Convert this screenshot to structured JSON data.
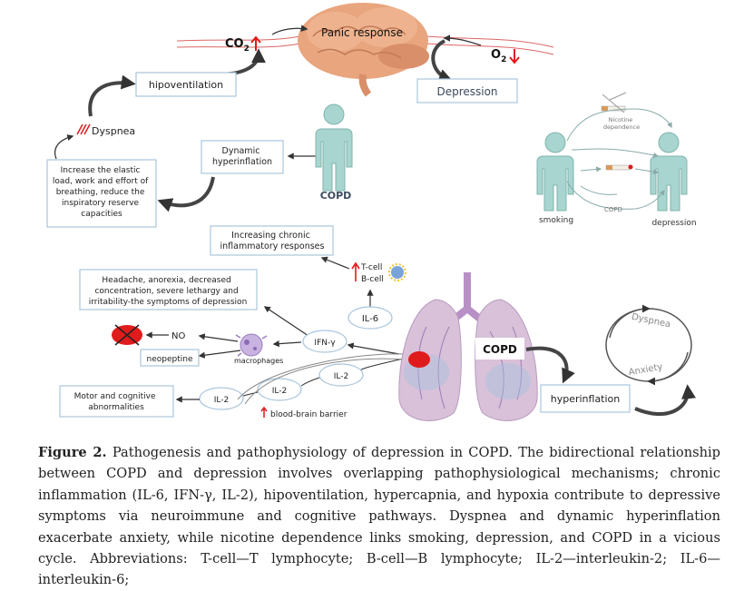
{
  "diagram": {
    "co2": "CO",
    "co2_sub": "2",
    "o2": "O",
    "o2_sub": "2",
    "panic": "Panic response",
    "depression_box": "Depression",
    "hypoventilation": "hipoventilation",
    "dyspnea_left": "Dyspnea",
    "elastic_load": [
      "Increase the elastic",
      "load, work and effort of",
      "breathing, reduce the",
      "inspiratory reserve",
      "capacities"
    ],
    "dynamic_hyperinflation": [
      "Dynamic",
      "hyperinflation"
    ],
    "copd_figure_label": "COPD",
    "nicotine_dependence": [
      "Nicotine",
      "dependence"
    ],
    "copd_small": "COPD",
    "smoking": "smoking",
    "depression_figure": "depression",
    "increasing_inflammatory": [
      "Increasing chronic",
      "inflammatory responses"
    ],
    "t_cell": "T-cell",
    "b_cell": "B-cell",
    "il6": "IL-6",
    "headache_box": [
      "Headache, anorexia, decreased",
      "concentration, severe lethargy and",
      "irritability-the symptoms of depression"
    ],
    "no": "NO",
    "ifn": "IFN-γ",
    "neopeptine": "neopeptine",
    "macrophages": "macrophages",
    "il2_a": "IL-2",
    "il2_b": "IL-2",
    "il2_c": "IL-2",
    "motor_box": [
      "Motor and cognitive",
      "abnormalities"
    ],
    "bbb": "blood-brain barrier",
    "copd_lungs": "COPD",
    "hyperinflation": "hyperinflation",
    "cycle_dyspnea": "Dyspnea",
    "cycle_anxiety": "Anxiety"
  },
  "caption": {
    "label": "Figure 2.",
    "text": " Pathogenesis and pathophysiology of depression in COPD. The bidirectional relationship between COPD and depression involves overlapping pathophysiological mechanisms; chronic inflammation (IL-6, IFN-γ, IL-2), hipoventilation, hypercapnia, and hypoxia contribute to depressive symptoms via neuroimmune and cognitive pathways. Dyspnea and dynamic hyperinflation exacerbate anxiety, while nicotine dependence links smoking, depression, and COPD in a vicious cycle. Abbreviations: T-cell—T lymphocyte; B-cell—B lymphocyte; IL-2—interleukin-2; IL-6—interleukin-6;"
  },
  "colors": {
    "box_border": "#a9c6dd",
    "arrow_dark": "#333333",
    "red": "#e01b1b",
    "figure_fill": "#a8d5cf",
    "brain": "#e8a57e",
    "lung": "#d8c1d9"
  }
}
